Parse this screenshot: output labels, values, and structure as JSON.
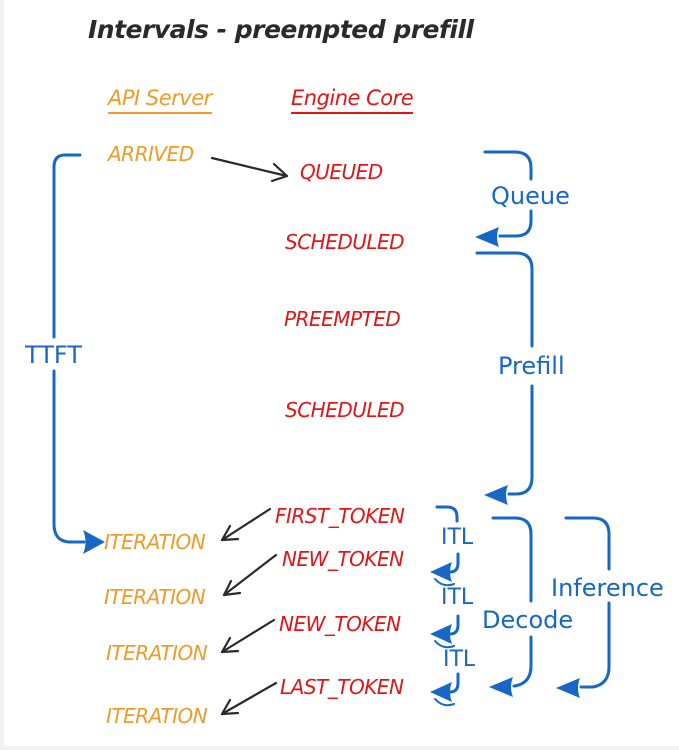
{
  "title": "Intervals - preempted prefill",
  "columns": {
    "api_server": "API Server",
    "engine_core": "Engine Core"
  },
  "events": {
    "api": [
      "ARRIVED",
      "ITERATION",
      "ITERATION",
      "ITERATION",
      "ITERATION"
    ],
    "engine": [
      "QUEUED",
      "SCHEDULED",
      "PREEMPTED",
      "SCHEDULED",
      "FIRST_TOKEN",
      "NEW_TOKEN",
      "NEW_TOKEN",
      "LAST_TOKEN"
    ]
  },
  "intervals": {
    "ttft": "TTFT",
    "queue": "Queue",
    "prefill": "Prefill",
    "itl": [
      "ITL",
      "ITL",
      "ITL"
    ],
    "decode": "Decode",
    "inference": "Inference"
  },
  "colors": {
    "api_server_orange": "#f09a28",
    "engine_core_red": "#e41414",
    "interval_blue": "#1667c6",
    "arrow_black": "#2a2a2a",
    "background": "#ffffff"
  }
}
